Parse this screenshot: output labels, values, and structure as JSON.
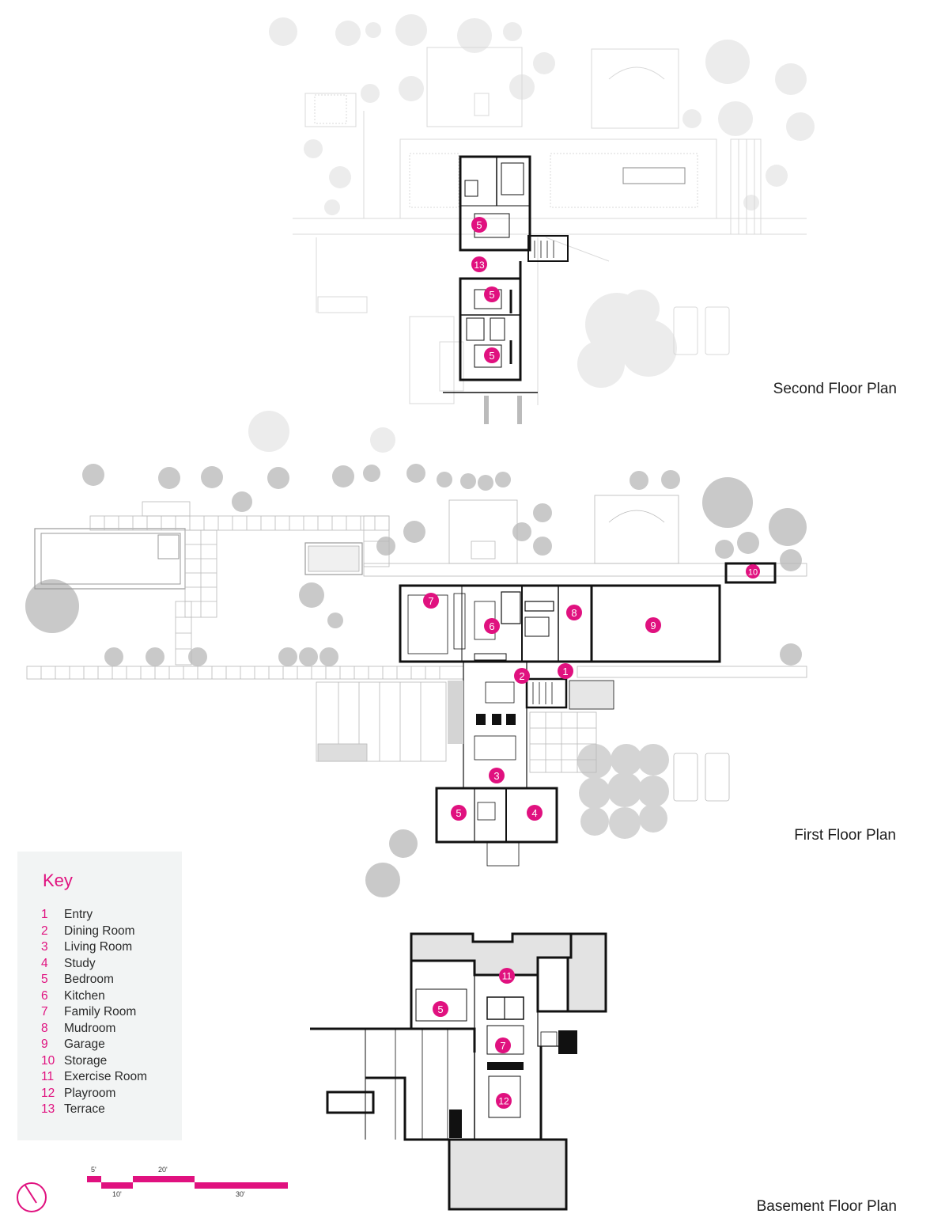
{
  "accent_color": "#e0117f",
  "plans": {
    "second": {
      "title": "Second Floor Plan",
      "markers": [
        "5",
        "13",
        "5",
        "5"
      ]
    },
    "first": {
      "title": "First Floor Plan",
      "markers": [
        "7",
        "6",
        "8",
        "9",
        "10",
        "2",
        "1",
        "3",
        "5",
        "4"
      ]
    },
    "basement": {
      "title": "Basement Floor Plan",
      "markers": [
        "11",
        "5",
        "7",
        "12"
      ]
    }
  },
  "key": {
    "title": "Key",
    "items": [
      {
        "num": "1",
        "label": "Entry"
      },
      {
        "num": "2",
        "label": "Dining Room"
      },
      {
        "num": "3",
        "label": "Living Room"
      },
      {
        "num": "4",
        "label": "Study"
      },
      {
        "num": "5",
        "label": "Bedroom"
      },
      {
        "num": "6",
        "label": "Kitchen"
      },
      {
        "num": "7",
        "label": "Family Room"
      },
      {
        "num": "8",
        "label": "Mudroom"
      },
      {
        "num": "9",
        "label": "Garage"
      },
      {
        "num": "10",
        "label": "Storage"
      },
      {
        "num": "11",
        "label": "Exercise Room"
      },
      {
        "num": "12",
        "label": "Playroom"
      },
      {
        "num": "13",
        "label": "Terrace"
      }
    ]
  },
  "scale_bar": {
    "labels": [
      "5'",
      "10'",
      "20'",
      "30'"
    ],
    "icons": [
      "north-arrow-icon",
      "scale-bar"
    ]
  }
}
